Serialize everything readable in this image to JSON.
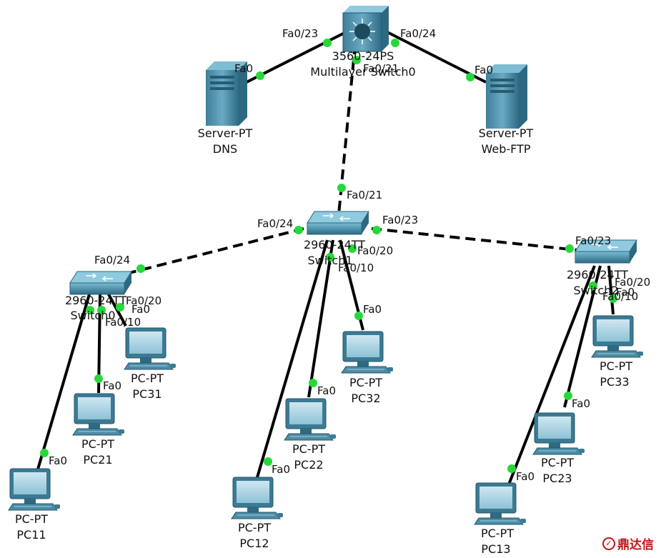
{
  "devices": {
    "multilayer": {
      "model": "3560-24PS",
      "name": "Multilayer Switch0"
    },
    "dns": {
      "model": "Server-PT",
      "name": "DNS"
    },
    "webftp": {
      "model": "Server-PT",
      "name": "Web-FTP"
    },
    "sw_center": {
      "model": "2960-24TT",
      "name": "Switch1"
    },
    "sw_left": {
      "model": "2960-24TT",
      "name": "Switch0"
    },
    "sw_right": {
      "model": "2960-24TT",
      "name": "Switch2"
    },
    "pc11": {
      "model": "PC-PT",
      "name": "PC11"
    },
    "pc21": {
      "model": "PC-PT",
      "name": "PC21"
    },
    "pc31": {
      "model": "PC-PT",
      "name": "PC31"
    },
    "pc12": {
      "model": "PC-PT",
      "name": "PC12"
    },
    "pc22": {
      "model": "PC-PT",
      "name": "PC22"
    },
    "pc32": {
      "model": "PC-PT",
      "name": "PC32"
    },
    "pc13": {
      "model": "PC-PT",
      "name": "PC13"
    },
    "pc23": {
      "model": "PC-PT",
      "name": "PC23"
    },
    "pc33": {
      "model": "PC-PT",
      "name": "PC33"
    }
  },
  "ports": {
    "ml_fa023": "Fa0/23",
    "ml_fa024": "Fa0/24",
    "ml_fa021": "Fa0/21",
    "dns_fa0": "Fa0",
    "web_fa0": "Fa0",
    "swc_fa021": "Fa0/21",
    "swc_fa024": "Fa0/24",
    "swc_fa023": "Fa0/23",
    "swc_fa020": "Fa0/20",
    "swc_fa010": "Fa0/10",
    "swl_fa024": "Fa0/24",
    "swl_fa020": "Fa0/20",
    "swl_fa0": "Fa0",
    "swl_fa010": "Fa0/10",
    "swr_fa023": "Fa0/23",
    "swr_fa020": "Fa0/20",
    "swr_fa0": "Fa0",
    "swr_fa010": "Fa0/10",
    "pc11_fa0": "Fa0",
    "pc21_fa0": "Fa0",
    "pc12_fa0": "Fa0",
    "pc22_fa0": "Fa0",
    "pc32_fa0": "Fa0",
    "pc13_fa0": "Fa0",
    "pc23_fa0": "Fa0"
  },
  "watermark": {
    "icon": "logo-icon",
    "text": "鼎达信"
  },
  "colors": {
    "link": "#000000",
    "port_dot": "#27d83a",
    "device_dark": "#2f6d87",
    "device_light": "#5fa8c2",
    "watermark": "#c0141a"
  }
}
